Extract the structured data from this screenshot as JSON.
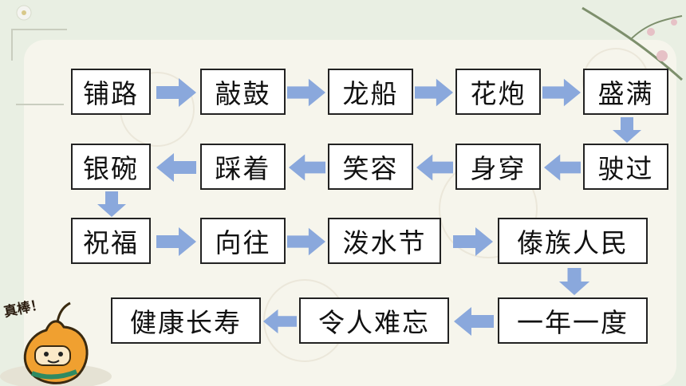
{
  "colors": {
    "background": "#e9efe3",
    "panel": "#f6f5ec",
    "box_border": "#222222",
    "arrow": "#8aa8dc"
  },
  "words": [
    "铺路",
    "敲鼓",
    "龙船",
    "花炮",
    "盛满",
    "驶过",
    "身穿",
    "笑容",
    "踩着",
    "银碗",
    "祝福",
    "向往",
    "泼水节",
    "傣族人民",
    "一年一度",
    "令人难忘",
    "健康长寿"
  ],
  "arrow_directions": [
    "right",
    "right",
    "right",
    "right",
    "down",
    "left",
    "left",
    "left",
    "left",
    "down",
    "right",
    "right",
    "right",
    "down",
    "left",
    "left"
  ],
  "sticker": {
    "caption": "真棒！",
    "icon": "pear-mascot-icon"
  }
}
